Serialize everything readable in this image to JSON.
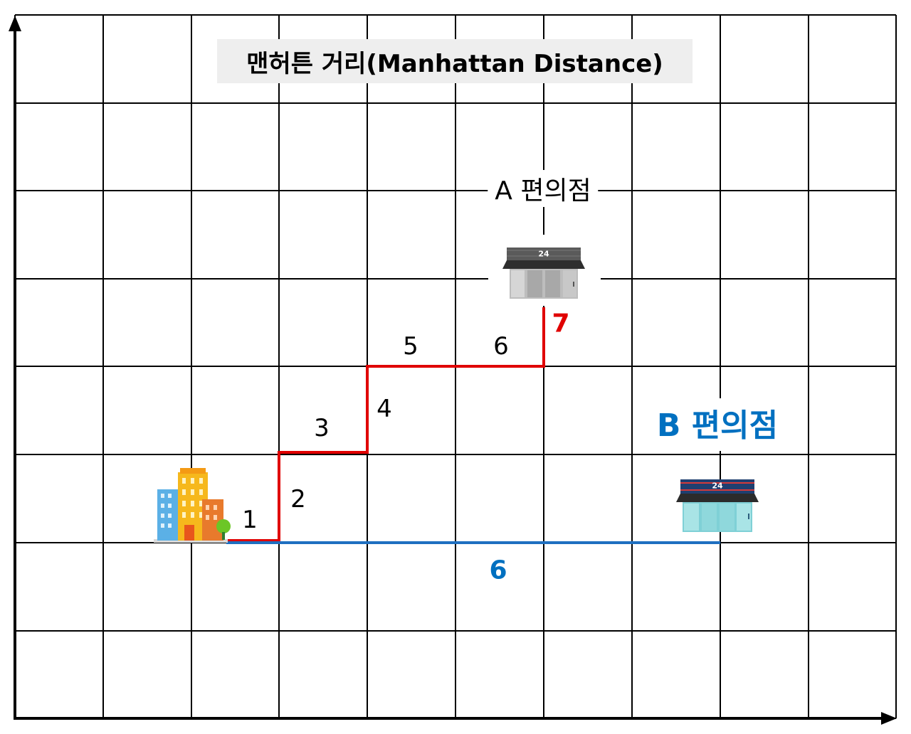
{
  "title": "맨허튼 거리(Manhattan Distance)",
  "store_a": {
    "label": "A 편의점",
    "sign": "24",
    "total_steps": "7"
  },
  "store_b": {
    "label": "B 편의점",
    "sign": "24",
    "total_steps": "6"
  },
  "path_a_step_labels": [
    "1",
    "2",
    "3",
    "4",
    "5",
    "6"
  ],
  "colors": {
    "path_a": "#e00000",
    "path_b": "#1f6fc0",
    "label_b": "#0070c0",
    "grid": "#000000",
    "title_bg": "#eeeeee"
  }
}
